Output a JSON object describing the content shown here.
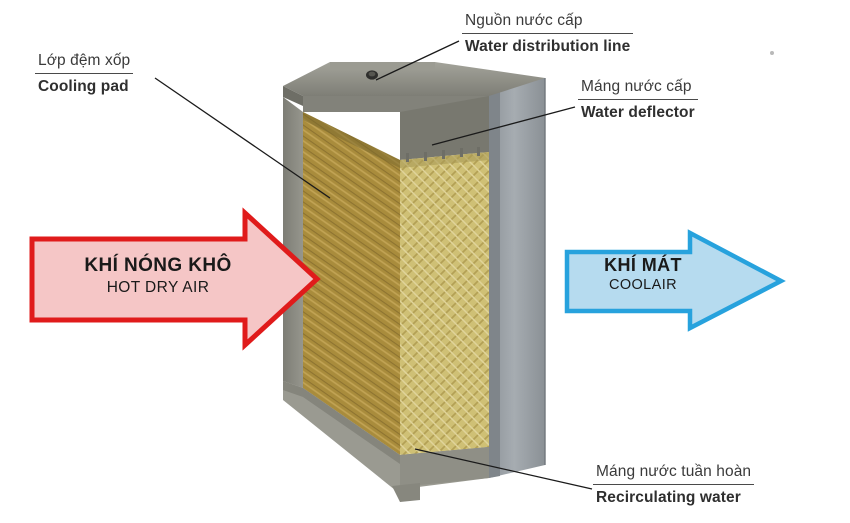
{
  "figure": {
    "title": "Evaporative cooling pad cutaway diagram",
    "background_color": "#ffffff"
  },
  "callouts": [
    {
      "id": "cooling-pad",
      "vi": "Lớp đệm xốp",
      "en": "Cooling pad"
    },
    {
      "id": "water-distribution-line",
      "vi": "Nguồn nước cấp",
      "en": "Water distribution line"
    },
    {
      "id": "water-deflector",
      "vi": "Máng nước cấp",
      "en": "Water deflector"
    },
    {
      "id": "recirculating-water",
      "vi": "Máng nước tuần hoàn",
      "en": "Recirculating water"
    }
  ],
  "arrows": {
    "hot": {
      "vi": "KHÍ NÓNG KHÔ",
      "en": "HOT DRY AIR",
      "fill": "#f5c6c6",
      "stroke": "#e01b1b",
      "direction": "right"
    },
    "cool": {
      "vi": "KHÍ MÁT",
      "en": "COOLAIR",
      "fill": "#b6dbef",
      "stroke": "#27a2dd",
      "direction": "right"
    }
  },
  "device": {
    "frame_color": "#8c8c86",
    "frame_color_dark": "#6f6f69",
    "back_panel_color": "#9aa0a4",
    "pad_color_side": "#a98c3c",
    "pad_color_front": "#cfc075",
    "label_colors": {
      "text": "#3a3a3a",
      "rule": "#4a4a4a",
      "leader": "#1a1a1a"
    }
  }
}
